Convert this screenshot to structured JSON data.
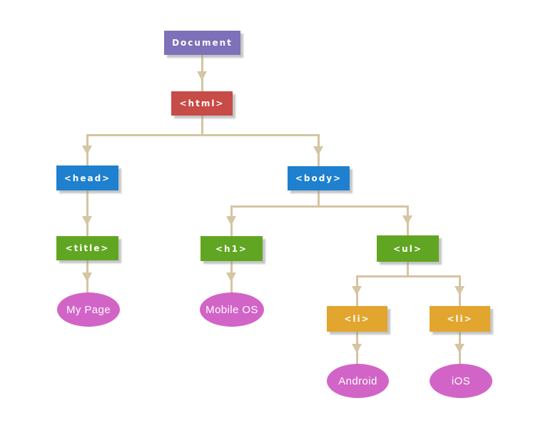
{
  "nodes": {
    "document": {
      "label": "Document"
    },
    "html": {
      "label": "<html>"
    },
    "head": {
      "label": "<head>"
    },
    "body": {
      "label": "<body>"
    },
    "title": {
      "label": "<title>"
    },
    "h1": {
      "label": "<h1>"
    },
    "ul": {
      "label": "<ul>"
    },
    "li1": {
      "label": "<li>"
    },
    "li2": {
      "label": "<li>"
    },
    "my_page": {
      "label": "My Page"
    },
    "mobile_os": {
      "label": "Mobile OS"
    },
    "android": {
      "label": "Android"
    },
    "ios": {
      "label": "iOS"
    }
  },
  "edges": [
    {
      "from": "Document",
      "to": "<html>"
    },
    {
      "from": "<html>",
      "to": "<head>"
    },
    {
      "from": "<html>",
      "to": "<body>"
    },
    {
      "from": "<head>",
      "to": "<title>"
    },
    {
      "from": "<title>",
      "to": "My Page"
    },
    {
      "from": "<body>",
      "to": "<h1>"
    },
    {
      "from": "<body>",
      "to": "<ul>"
    },
    {
      "from": "<h1>",
      "to": "Mobile OS"
    },
    {
      "from": "<ul>",
      "to": "<li>"
    },
    {
      "from": "<ul>",
      "to": "<li>"
    },
    {
      "from": "<li>",
      "to": "Android"
    },
    {
      "from": "<li>",
      "to": "iOS"
    }
  ],
  "colors": {
    "document": "#7E70B9",
    "html": "#C74B47",
    "head_body": "#1E80CE",
    "title_h1_ul": "#61A623",
    "li": "#E2A52D",
    "leaf": "#D264C7",
    "connector": "#D4C5A3",
    "label_text": "#FFFFFF",
    "background": "#FFFFFF"
  }
}
